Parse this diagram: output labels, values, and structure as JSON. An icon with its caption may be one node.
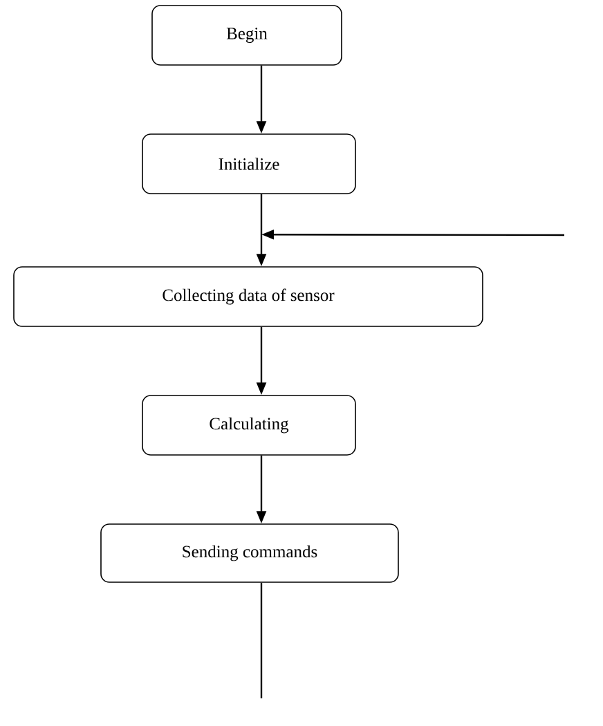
{
  "diagram": {
    "nodes": [
      {
        "text": [
          "Begin"
        ]
      },
      {
        "text": [
          "Initialize"
        ]
      },
      {
        "text": [
          "Collecting data of sensor"
        ]
      },
      {
        "text": [
          "Calculating"
        ]
      },
      {
        "text": [
          "Sending commands"
        ]
      }
    ],
    "edges": [
      {
        "from": 0,
        "to": 1,
        "arrow": "to"
      },
      {
        "from": 1,
        "to": 2,
        "arrow": "to"
      },
      {
        "from": null,
        "to": 2,
        "arrow": "to"
      },
      {
        "from": 2,
        "to": 3,
        "arrow": "to"
      },
      {
        "from": 3,
        "to": 4,
        "arrow": "to"
      },
      {
        "from": 4,
        "to": null,
        "arrow": "none"
      }
    ]
  }
}
